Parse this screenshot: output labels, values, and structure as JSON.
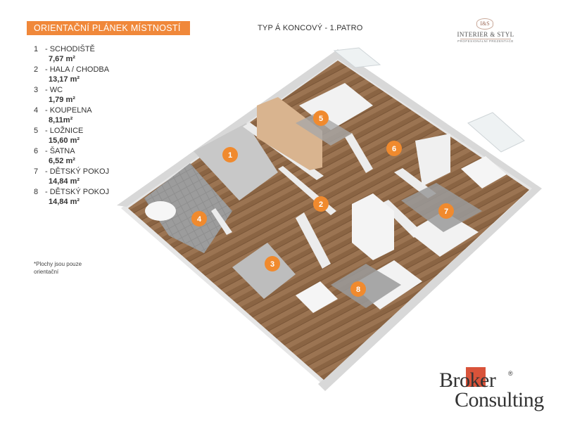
{
  "header": {
    "title": "ORIENTAČNÍ PLÁNEK MÍSTNOSTÍ",
    "type_label": "TYP Á  KONCOVÝ - 1.PATRO"
  },
  "legend": [
    {
      "num": "1",
      "name": "- SCHODIŠTĚ",
      "area": "7,67 m²"
    },
    {
      "num": "2",
      "name": "- HALA / CHODBA",
      "area": "13,17 m²"
    },
    {
      "num": "3",
      "name": "- WC",
      "area": "1,79 m²"
    },
    {
      "num": "4",
      "name": "- KOUPELNA",
      "area": "8,11m²"
    },
    {
      "num": "5",
      "name": "- LOŽNICE",
      "area": "15,60 m²"
    },
    {
      "num": "6",
      "name": "- ŠATNA",
      "area": "6,52 m²"
    },
    {
      "num": "7",
      "name": "- DĚTSKÝ POKOJ",
      "area": "14,84 m²"
    },
    {
      "num": "8",
      "name": "- DĚTSKÝ POKOJ",
      "area": "14,84 m²"
    }
  ],
  "note": "*Plochy jsou pouze orientační",
  "markers": [
    "1",
    "2",
    "3",
    "4",
    "5",
    "6",
    "7",
    "8"
  ],
  "logo_interier": {
    "monogram": "I&S",
    "brand": "INTERIER & STYL",
    "tagline": "PROFESIONÁLNÍ PREZENTACE"
  },
  "logo_broker": {
    "line1": "Broker",
    "line2": "Consulting",
    "reg": "®"
  },
  "colors": {
    "accent": "#f0883a",
    "marker": "#f08a2e",
    "floor": "#9a7350",
    "wall": "#dcdcdc",
    "brand_red": "#d9533a"
  }
}
